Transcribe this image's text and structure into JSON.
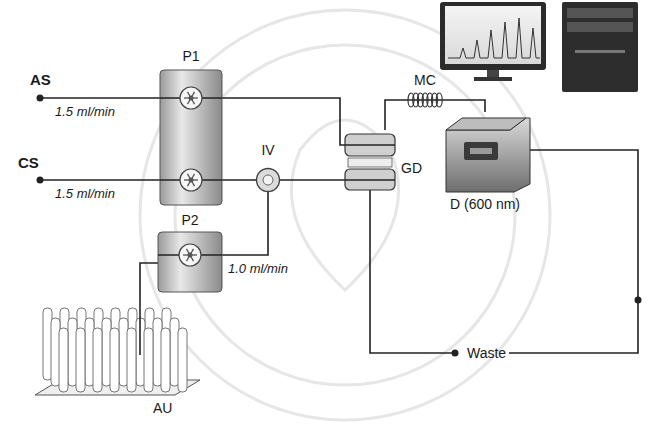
{
  "diagram": {
    "nodes": [
      {
        "text": [
          "P1"
        ]
      },
      {
        "text": [
          "IV"
        ]
      },
      {
        "text": [
          "P2"
        ]
      },
      {
        "text": [
          "GD"
        ]
      },
      {
        "text": [
          "MC"
        ]
      },
      {
        "text": [
          "D (600 nm)"
        ]
      },
      {
        "text": [
          "AU"
        ]
      },
      {
        "text": [
          "Waste"
        ]
      }
    ],
    "edges": [
      {
        "from": 0,
        "to": 3,
        "arrow": "none"
      },
      {
        "from": 0,
        "to": 1,
        "arrow": "none"
      },
      {
        "from": 2,
        "to": 1,
        "label": "1.0 ml/min",
        "arrow": "none"
      },
      {
        "from": 1,
        "to": 3,
        "arrow": "none"
      },
      {
        "from": 3,
        "to": 4,
        "arrow": "none"
      },
      {
        "from": 4,
        "to": 5,
        "arrow": "none"
      },
      {
        "from": 3,
        "to": 7,
        "arrow": "none"
      },
      {
        "from": 5,
        "to": 7,
        "arrow": "none"
      },
      {
        "from": 6,
        "to": 2,
        "arrow": "none"
      }
    ],
    "labels": [
      "AS",
      "1.5 ml/min",
      "CS",
      "1.5 ml/min"
    ]
  }
}
